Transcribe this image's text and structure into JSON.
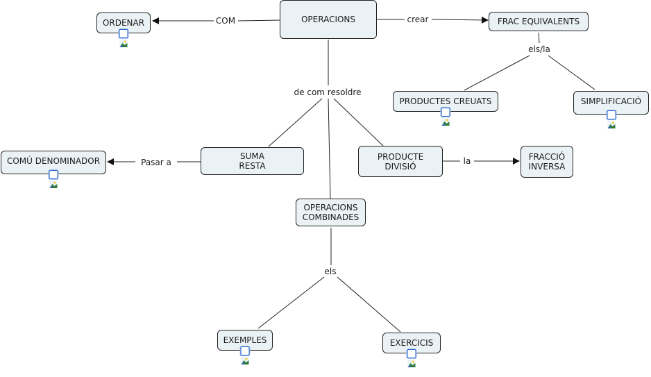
{
  "concept_map": {
    "concepts": {
      "operacions": "OPERACIONS",
      "ordenar": "ORDENAR",
      "frac_equivalents": "FRAC EQUIVALENTS",
      "productes_creuats": "PRODUCTES CREUATS",
      "simplificacio": "SIMPLIFICACIÓ",
      "suma_resta": "SUMA\nRESTA",
      "comu_denominador": "COMÚ DENOMINADOR",
      "producte_divisio": "PRODUCTE\nDIVISIÓ",
      "fraccio_inversa": "FRACCIÓ\nINVERSA",
      "operacions_combinades": "OPERACIONS\nCOMBINADES",
      "exemples": "EXEMPLES",
      "exercicis": "EXERCICIS"
    },
    "linking_phrases": {
      "com": "COM",
      "crear": "crear",
      "els_la": "els/la",
      "de_com_resoldre": "de com resoldre",
      "pasar_a": "Pasar a",
      "la": "la",
      "els": "els"
    },
    "attached_resources": {
      "icon": "image-resource-icon",
      "on": [
        "ordenar",
        "productes_creuats",
        "simplificacio",
        "comu_denominador",
        "exemples",
        "exercicis"
      ]
    },
    "colors": {
      "node_fill": "#ebf2f5",
      "node_border": "#222222",
      "line": "#222222",
      "icon_border": "#2a62c9"
    }
  }
}
